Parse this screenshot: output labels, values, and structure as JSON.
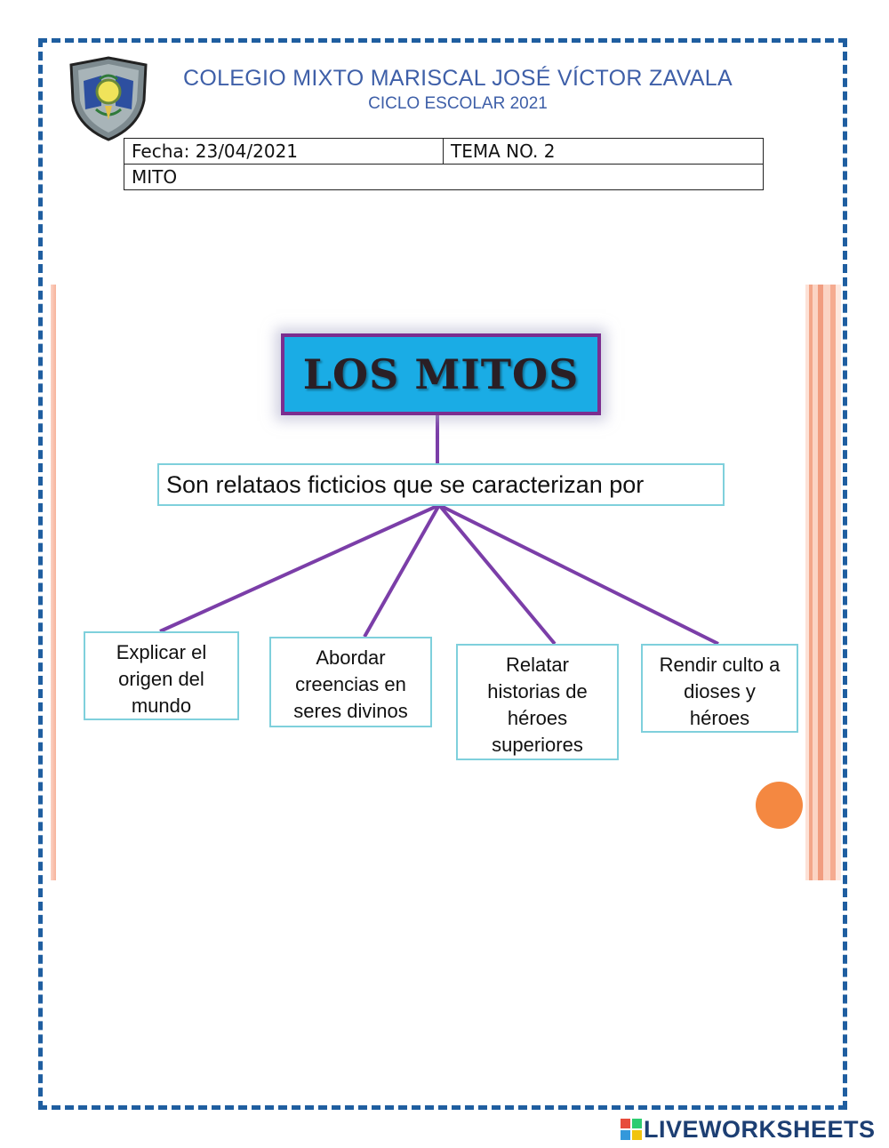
{
  "header": {
    "school_name": "COLEGIO MIXTO MARISCAL JOSÉ VÍCTOR ZAVALA",
    "school_year": "CICLO ESCOLAR 2021"
  },
  "info_table": {
    "date": "Fecha: 23/04/2021",
    "topic_number": "TEMA NO. 2",
    "topic": "MITO"
  },
  "concept_map": {
    "title": "LOS MITOS",
    "definition": "Son relataos ficticios que se caracterizan por",
    "items": [
      "Explicar el\norigen del\nmundo",
      "Abordar\ncreencias en\nseres divinos",
      "Relatar\nhistorias de\nhéroes\nsuperiores",
      "Rendir culto a\ndioses y\nhéroes"
    ]
  },
  "watermark": "LIVEWORKSHEETS",
  "colors": {
    "frame": "#1f5ea0",
    "header_text": "#3e5fa8",
    "title_fill": "#1aace5",
    "title_border": "#7b2d8f",
    "connector": "#7b3ea8",
    "box_border": "#7fd0dc",
    "accent_dot": "#f48841"
  }
}
